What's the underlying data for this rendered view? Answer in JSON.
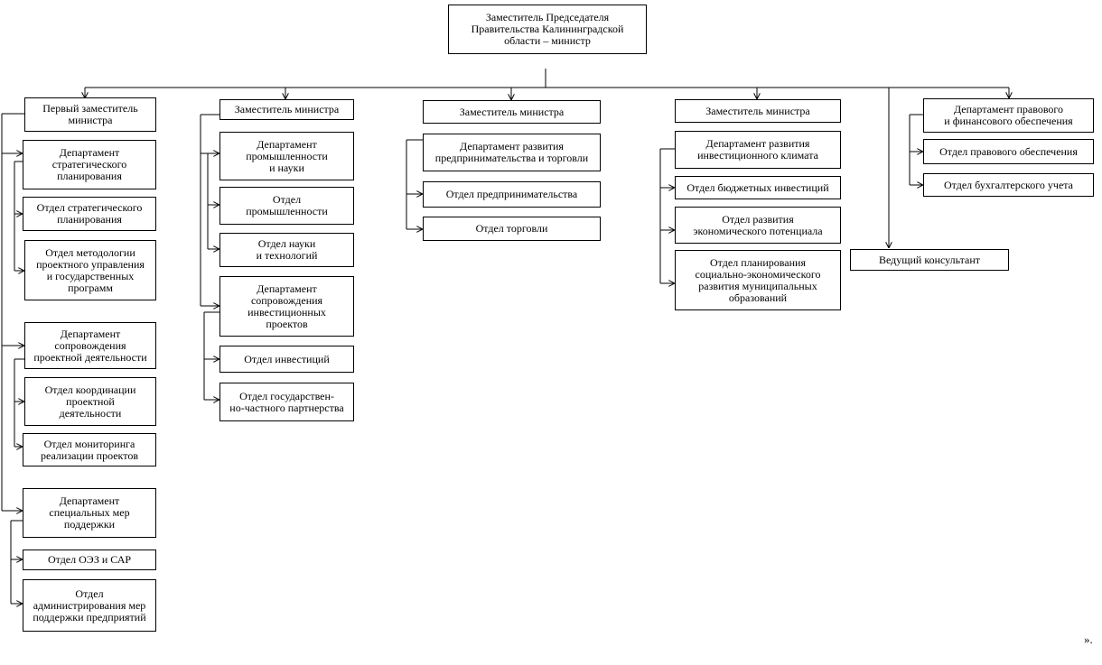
{
  "org_chart": {
    "head": "Заместитель Председателя\nПравительства Калининградской\nобласти – министр",
    "first_deputy": {
      "title": "Первый заместитель\nминистра",
      "departments": [
        {
          "name": "Департамент\nстратегического\nпланирования",
          "sections": [
            "Отдел стратегического\nпланирования",
            "Отдел методологии\nпроектного управления\nи государственных\nпрограмм"
          ]
        },
        {
          "name": "Департамент\nсопровождения\nпроектной деятельности",
          "sections": [
            "Отдел координации\nпроектной\nдеятельности",
            "Отдел мониторинга\nреализации проектов"
          ]
        },
        {
          "name": "Департамент\nспециальных мер\nподдержки",
          "sections": [
            "Отдел ОЭЗ и САР",
            "Отдел\nадминистрирования мер\nподдержки предприятий"
          ]
        }
      ]
    },
    "deputy_industry": {
      "title": "Заместитель министра",
      "departments": [
        {
          "name": "Департамент\nпромышленности\nи науки",
          "sections": [
            "Отдел\nпромышленности",
            "Отдел науки\nи технологий"
          ]
        },
        {
          "name": "Департамент\nсопровождения\nинвестиционных\nпроектов",
          "sections": [
            "Отдел инвестиций",
            "Отдел государствен-\nно-частного партнерства"
          ]
        }
      ]
    },
    "deputy_trade": {
      "title": "Заместитель министра",
      "department": "Департамент развития\nпредпринимательства и торговли",
      "sections": [
        "Отдел предпринимательства",
        "Отдел торговли"
      ]
    },
    "deputy_invest": {
      "title": "Заместитель министра",
      "department": "Департамент развития\nинвестиционного климата",
      "sections": [
        "Отдел бюджетных инвестиций",
        "Отдел развития\nэкономического потенциала",
        "Отдел планирования\nсоциально-экономического\nразвития муниципальных\nобразований"
      ]
    },
    "lead_consultant": "Ведущий консультант",
    "legal_finance": {
      "department": "Департамент правового\nи финансового обеспечения",
      "sections": [
        "Отдел правового обеспечения",
        "Отдел бухгалтерского учета"
      ]
    },
    "footer_mark": "».",
    "colors": {
      "line": "#000000",
      "box_fill": "#ffffff",
      "text": "#000000"
    }
  }
}
